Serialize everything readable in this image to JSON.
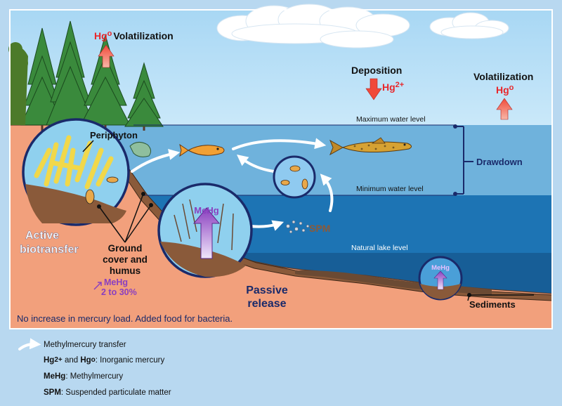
{
  "labels": {
    "hg0_volatilization_left_symbol": "Hg",
    "hg0_volatilization_left_sup": "o",
    "hg0_volatilization_left_text": "Volatilization",
    "deposition": "Deposition",
    "deposition_symbol": "Hg",
    "deposition_sup": "2+",
    "volatilization_right": "Volatilization",
    "volatilization_right_symbol": "Hg",
    "volatilization_right_sup": "o",
    "maximum_water_level": "Maximum water level",
    "minimum_water_level": "Minimum water level",
    "natural_lake_level": "Natural lake level",
    "drawdown": "Drawdown",
    "periphyton": "Periphyton",
    "active_biotransfer_line1": "Active",
    "active_biotransfer_line2": "biotransfer",
    "ground_cover_line1": "Ground",
    "ground_cover_line2": "cover and",
    "ground_cover_line3": "humus",
    "methylation_symbol": "MeHg",
    "methylation_range": "2 to 30%",
    "passive_release_line1": "Passive",
    "passive_release_line2": "release",
    "mehg_large": "MeHg",
    "mehg_small": "MeHg",
    "spm": "SPM",
    "sediments": "Sediments",
    "footnote": "No increase in mercury load. Added food for bacteria."
  },
  "legend": {
    "methylmercury_transfer": "Methylmercury transfer",
    "hg2_bold": "Hg",
    "hg2_sup": "2+",
    "and_text": " and ",
    "hg0_bold": "Hg",
    "hg0_sup": "o",
    "inorganic_text": ": Inorganic mercury",
    "mehg_bold": "MeHg",
    "mehg_text": ": Methylmercury",
    "spm_bold": "SPM",
    "spm_text": ": Suspended particulate matter"
  },
  "colors": {
    "outer_background": "#b8d8f0",
    "sky": "#bfe3f7",
    "water_shallow": "#6fb2dc",
    "water_deep": "#1d74b4",
    "soil": "#f2a07c",
    "humus": "#8a5a3a",
    "bubble_border": "#1a2a6a",
    "accent_red": "#e8262a",
    "mehg_purple": "#8a3fbf",
    "navy_text": "#1a2a6a"
  }
}
